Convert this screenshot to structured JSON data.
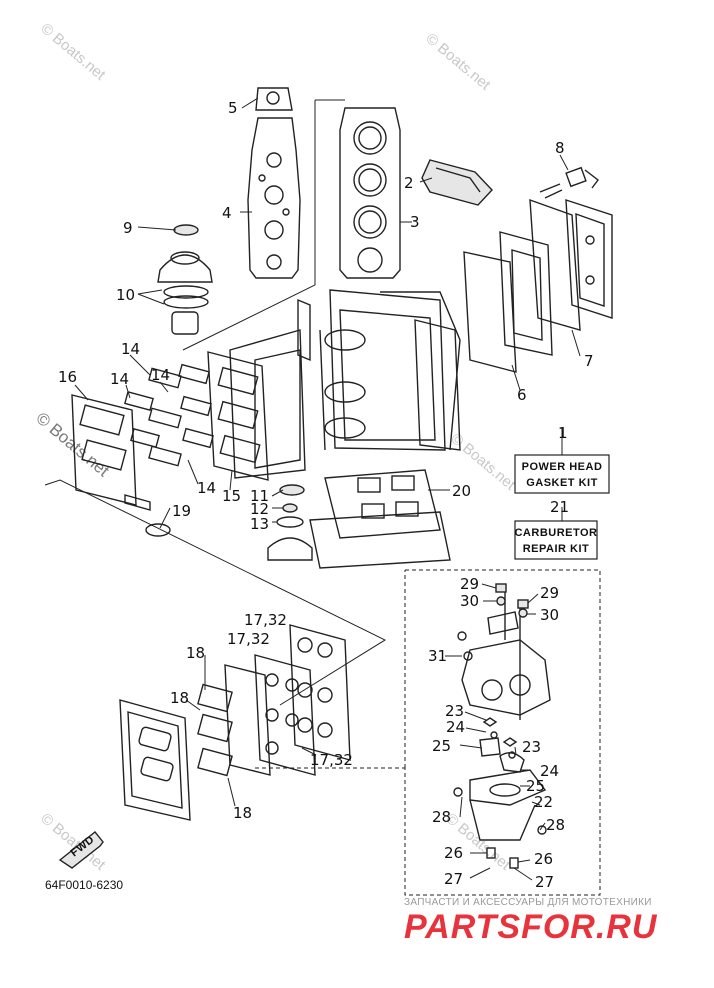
{
  "callouts": [
    "1",
    "2",
    "3",
    "4",
    "5",
    "6",
    "7",
    "8",
    "9",
    "10",
    "11",
    "12",
    "13",
    "14",
    "15",
    "16",
    "17,32",
    "18",
    "19",
    "20",
    "21",
    "22",
    "23",
    "24",
    "25",
    "26",
    "27",
    "28",
    "29",
    "30",
    "31"
  ],
  "kits": {
    "power_head": [
      "POWER HEAD",
      "GASKET KIT"
    ],
    "carburetor": [
      "CARBURETOR",
      "REPAIR KIT"
    ]
  },
  "fwd_label": "FWD",
  "drawing_code": "64F0010-6230",
  "watermark": "© Boats.net",
  "branding": {
    "tagline": "ЗАПЧАСТИ И АКСЕССУАРЫ ДЛЯ МОТОТЕХНИКИ",
    "logo": "PARTSFOR.RU"
  }
}
